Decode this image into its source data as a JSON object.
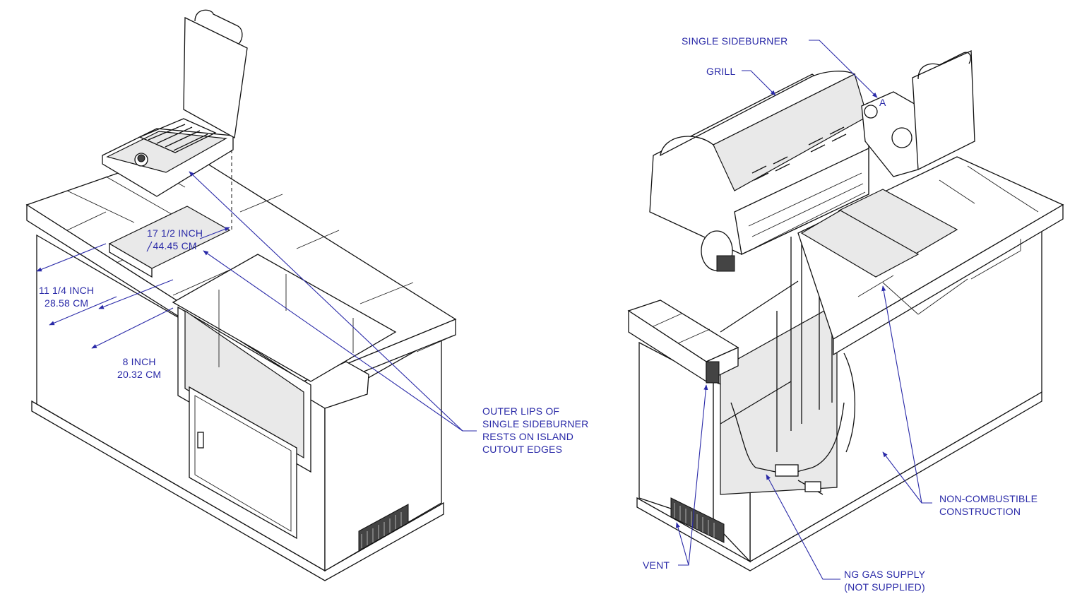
{
  "left_drawing": {
    "dim_17_5": {
      "inch": "17 1/2 INCH",
      "cm": "44.45 CM"
    },
    "dim_11_25": {
      "inch": "11 1/4 INCH",
      "cm": "28.58 CM"
    },
    "dim_8": {
      "inch": "8 INCH",
      "cm": "20.32 CM"
    },
    "outer_lips_note": [
      "OUTER LIPS OF",
      "SINGLE SIDEBURNER",
      "RESTS ON ISLAND",
      "CUTOUT EDGES"
    ]
  },
  "right_drawing": {
    "single_sideburner": "SINGLE SIDEBURNER",
    "grill": "GRILL",
    "detail_marker": "A",
    "non_combustible": [
      "NON-COMBUSTIBLE",
      "CONSTRUCTION"
    ],
    "vent": "VENT",
    "gas_supply": [
      "NG GAS SUPPLY",
      "(NOT SUPPLIED)"
    ]
  },
  "colors": {
    "annotation": "#2a2aa8",
    "linework": "#111111"
  }
}
